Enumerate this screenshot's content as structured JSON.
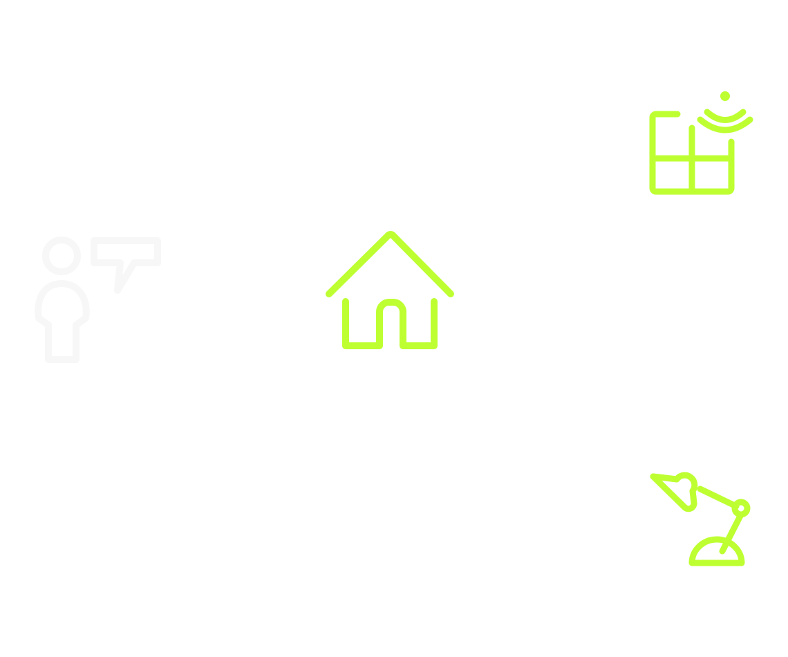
{
  "colors": {
    "accent": "#BEFF32",
    "faded": "#F7F7F7",
    "background": "#FFFFFF"
  },
  "icons": [
    {
      "name": "smart-window-icon",
      "color": "accent"
    },
    {
      "name": "home-icon",
      "color": "accent"
    },
    {
      "name": "person-speech-bubble-icon",
      "color": "faded"
    },
    {
      "name": "desk-lamp-icon",
      "color": "accent"
    }
  ]
}
